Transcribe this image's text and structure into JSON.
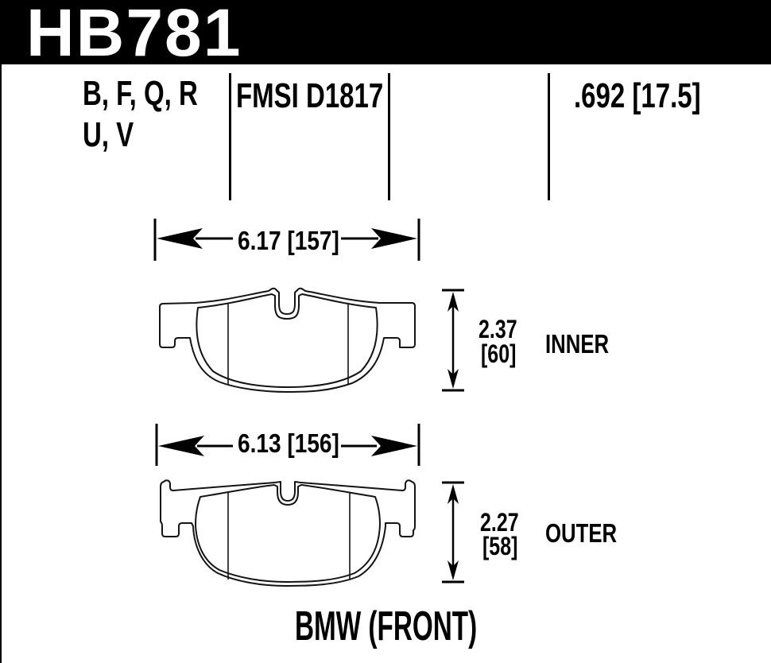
{
  "part": {
    "number": "HB781"
  },
  "spec_row": {
    "compounds_line1": "B, F, Q, R",
    "compounds_line2": "U, V",
    "fmsi": "FMSI D1817",
    "pad_thickness": ".692 [17.5]"
  },
  "inner_pad": {
    "width_dim": "6.17 [157]",
    "height_in": "2.37",
    "height_mm": "[60]",
    "label": "INNER"
  },
  "outer_pad": {
    "width_dim": "6.13 [156]",
    "height_in": "2.27",
    "height_mm": "[58]",
    "label": "OUTER"
  },
  "footer": {
    "application": "BMW (FRONT)"
  },
  "colors": {
    "header_bg": "#000000",
    "text": "#000000",
    "background": "#ffffff",
    "line": "#141414"
  }
}
